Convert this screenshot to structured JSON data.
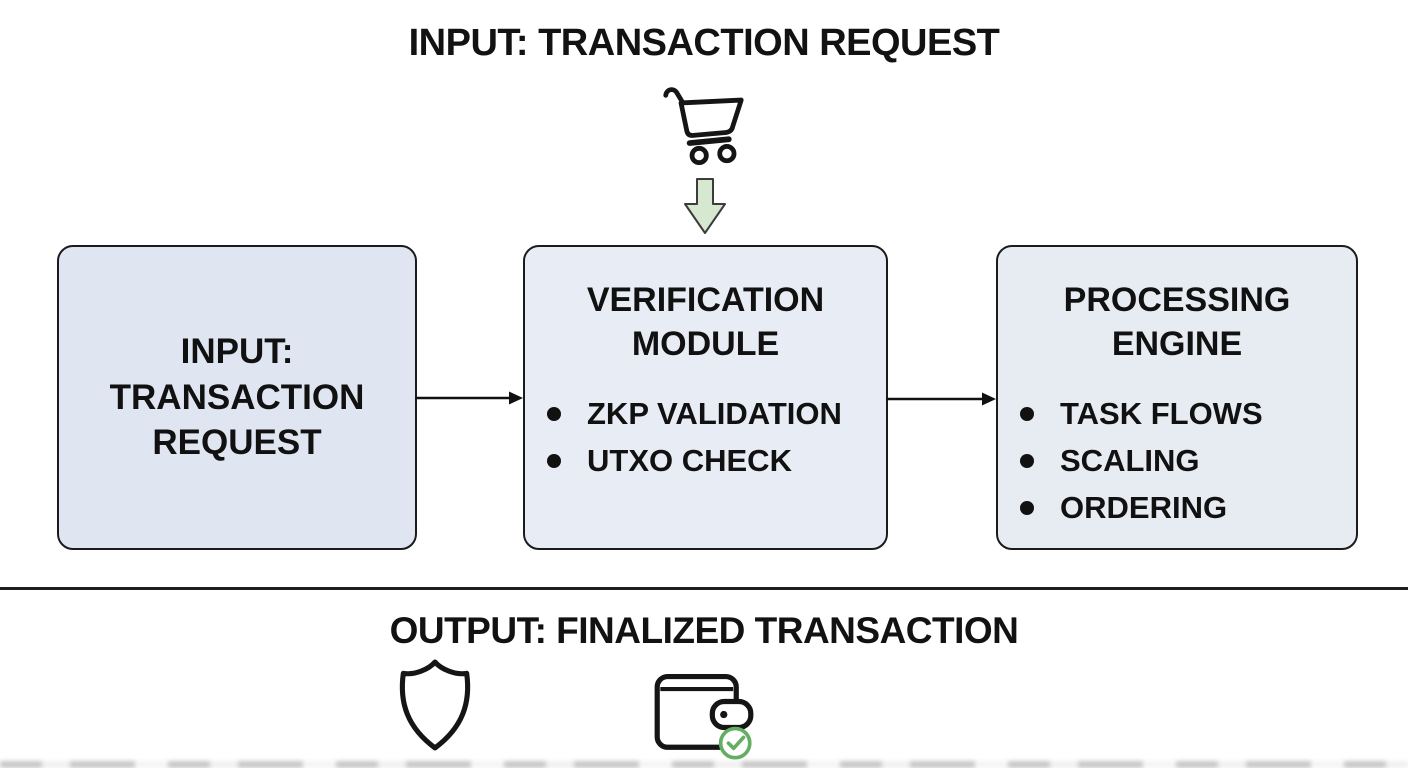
{
  "colors": {
    "box_fill_input": "#dfe5f1",
    "box_fill_verification": "#e8ecf4",
    "box_fill_processing": "#e7ebf2",
    "box_border": "#1b1b1b",
    "text": "#111111",
    "green_arrow_fill": "#d6e9d0",
    "check_green": "#64ae63",
    "connector": "#111111",
    "separator": "#1f1f1f"
  },
  "input_stage": {
    "title": "INPUT: TRANSACTION REQUEST",
    "icon": "shopping-cart-icon"
  },
  "flow": {
    "boxes": [
      {
        "title": "INPUT: TRANSACTION REQUEST",
        "bullets": []
      },
      {
        "title": "VERIFICATION MODULE",
        "bullets": [
          "ZKP VALIDATION",
          "UTXO CHECK"
        ]
      },
      {
        "title": "PROCESSING ENGINE",
        "bullets": [
          "TASK FLOWS",
          "SCALING",
          "ORDERING"
        ]
      }
    ]
  },
  "output_stage": {
    "title": "OUTPUT: FINALIZED TRANSACTION",
    "icons": [
      "shield-icon",
      "wallet-check-icon"
    ]
  }
}
